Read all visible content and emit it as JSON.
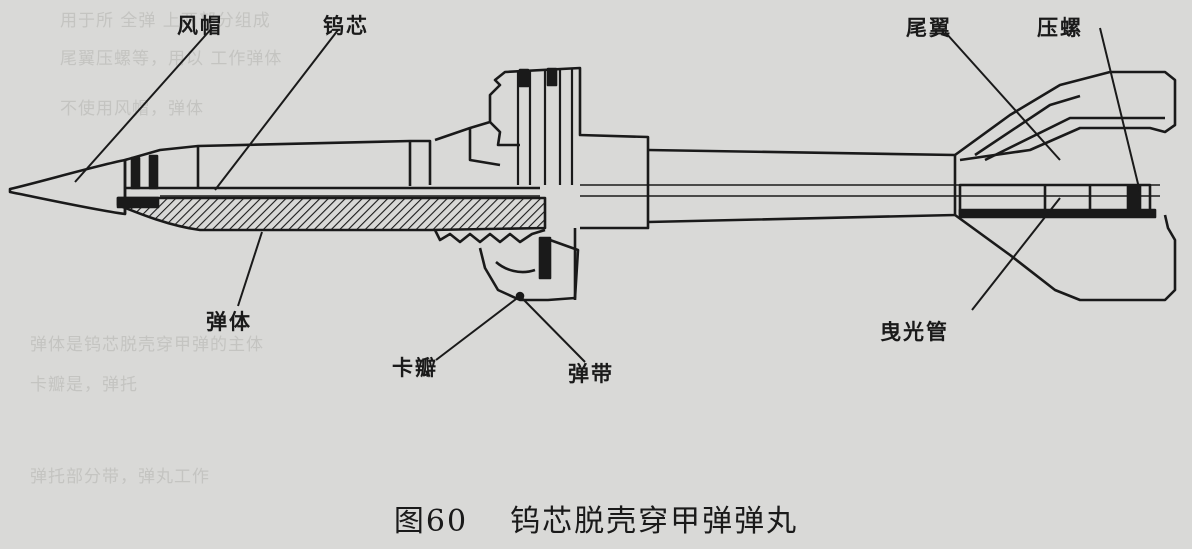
{
  "figure": {
    "number": "图60",
    "title": "钨芯脱壳穿甲弹弹丸"
  },
  "labels": {
    "wind_cap": "风帽",
    "tungsten_core": "钨芯",
    "fins": "尾翼",
    "pressure_nut": "压螺",
    "body": "弹体",
    "clamp_petal": "卡瓣",
    "driving_band": "弹带",
    "tracer": "曳光管"
  },
  "bleed_through": [
    "用于所 全弹 上两部分组成",
    "尾翼压螺等，用以  工作弹体",
    "不使用风帽，弹体",
    "弹体是钨芯脱壳穿甲弹的主体",
    "卡瓣是，弹托",
    "弹托部分带，弹丸工作"
  ],
  "colors": {
    "paper": "#d9d9d7",
    "ink": "#1a1a1a"
  }
}
